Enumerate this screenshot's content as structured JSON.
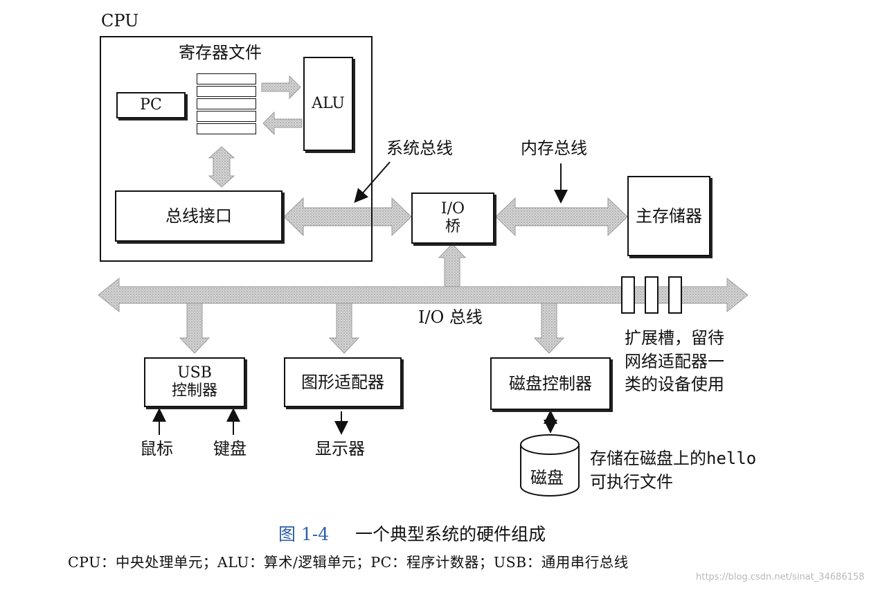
{
  "cpu": {
    "title": "CPU",
    "register_file_label": "寄存器文件",
    "pc_label": "PC",
    "alu_label": "ALU",
    "bus_interface_label": "总线接口"
  },
  "bridge": {
    "line1": "I/O",
    "line2": "桥"
  },
  "main_memory_label": "主存储器",
  "system_bus_label": "系统总线",
  "memory_bus_label": "内存总线",
  "io_bus_label": "I/O 总线",
  "expansion_slots_note": [
    "扩展槽，留待",
    "网络适配器一",
    "类的设备使用"
  ],
  "usb_controller": {
    "line1": "USB",
    "line2": "控制器"
  },
  "graphics_adapter_label": "图形适配器",
  "disk_controller_label": "磁盘控制器",
  "mouse_label": "鼠标",
  "keyboard_label": "键盘",
  "display_label": "显示器",
  "disk_label": "磁盘",
  "disk_note": {
    "prefix": "存储在磁盘上的",
    "code": "hello",
    "line2": "可执行文件"
  },
  "caption": {
    "figure_number": "图 1-4",
    "title": "一个典型系统的硬件组成"
  },
  "legend_line": "CPU：中央处理单元；ALU：算术/逻辑单元；PC：程序计数器；USB：通用串行总线",
  "watermark": "https://blog.csdn.net/sinat_34686158",
  "colors": {
    "bus_fill": "#c9c9c9",
    "bus_stroke": "#9a9a9a",
    "caption_blue": "#2f5fa8",
    "ink": "#111111"
  }
}
